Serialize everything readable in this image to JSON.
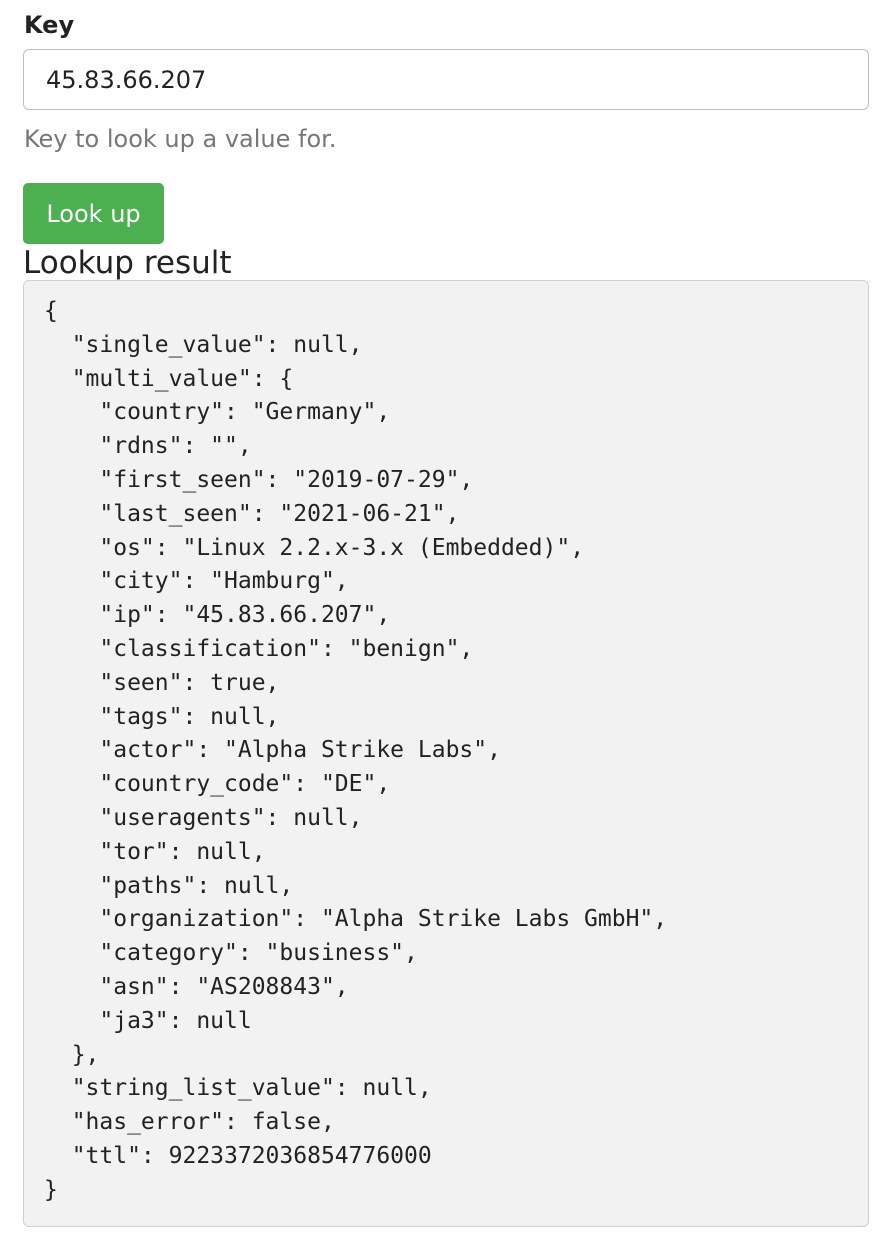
{
  "form": {
    "key_label": "Key",
    "key_value": "45.83.66.207",
    "key_placeholder": "",
    "key_help": "Key to look up a value for.",
    "lookup_button_label": "Look up"
  },
  "result": {
    "heading": "Lookup result",
    "json_text": "{\n  \"single_value\": null,\n  \"multi_value\": {\n    \"country\": \"Germany\",\n    \"rdns\": \"\",\n    \"first_seen\": \"2019-07-29\",\n    \"last_seen\": \"2021-06-21\",\n    \"os\": \"Linux 2.2.x-3.x (Embedded)\",\n    \"city\": \"Hamburg\",\n    \"ip\": \"45.83.66.207\",\n    \"classification\": \"benign\",\n    \"seen\": true,\n    \"tags\": null,\n    \"actor\": \"Alpha Strike Labs\",\n    \"country_code\": \"DE\",\n    \"useragents\": null,\n    \"tor\": null,\n    \"paths\": null,\n    \"organization\": \"Alpha Strike Labs GmbH\",\n    \"category\": \"business\",\n    \"asn\": \"AS208843\",\n    \"ja3\": null\n  },\n  \"string_list_value\": null,\n  \"has_error\": false,\n  \"ttl\": 9223372036854776000\n}"
  },
  "colors": {
    "button_bg": "#4caf50",
    "help_text": "#777777",
    "code_bg": "#f2f2f2"
  }
}
